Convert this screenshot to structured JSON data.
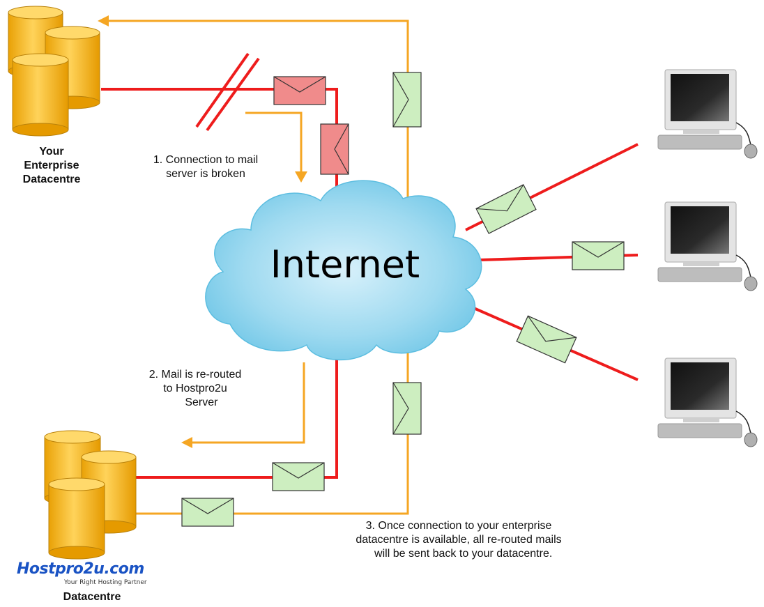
{
  "cloud": {
    "label": "Internet"
  },
  "enterprise_datacentre": {
    "label": "Your\nEnterprise\nDatacentre"
  },
  "hostpro_datacentre": {
    "brand": "Hostpro2u.com",
    "tagline": "Your Right Hosting Partner",
    "label": "Datacentre"
  },
  "steps": [
    {
      "text": "1. Connection to mail\nserver is broken"
    },
    {
      "text": "2. Mail is re-routed\nto Hostpro2u\n    Server"
    },
    {
      "text": "3. Once connection to your enterprise\ndatacentre is available, all re-routed mails\n   will be sent back to your datacentre."
    }
  ],
  "colors": {
    "connection_line": "#ee1c1c",
    "route_line": "#f5a623",
    "cloud_fill": "#8fd3ec",
    "database_fill": "#f9b91a",
    "envelope_ok": "#cdeec0",
    "envelope_failed": "#f08b8b"
  },
  "icons": [
    "database-cluster-icon",
    "cloud-icon",
    "envelope-icon",
    "computer-icon",
    "broken-link-icon",
    "arrow-icon"
  ]
}
